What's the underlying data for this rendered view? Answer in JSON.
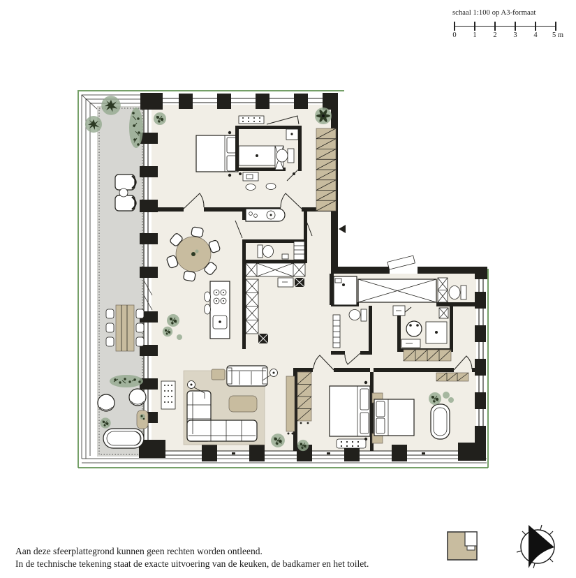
{
  "scale_bar": {
    "label": "schaal 1:100 op A3-formaat",
    "tick_labels": [
      "0",
      "1",
      "2",
      "3",
      "4",
      "5 m"
    ]
  },
  "disclaimer": {
    "line1": "Aan deze sfeerplattegrond kunnen geen rechten worden ontleend.",
    "line2": "In de technische tekening staat de exacte uitvoering van de keuken, de badkamer en het toilet."
  },
  "icons": {
    "locator": "building-position-locator",
    "compass": "north-arrow-compass"
  },
  "colors": {
    "paper": "#ffffff",
    "wall": "#21201c",
    "floor": "#f1eee6",
    "terrace": "#d6d6d2",
    "wood": "#c8bc9f",
    "rug": "#dbd5c5",
    "plant": "#93a98f",
    "plant_dark": "#2c3a24",
    "facade": "#5d8f4e"
  }
}
